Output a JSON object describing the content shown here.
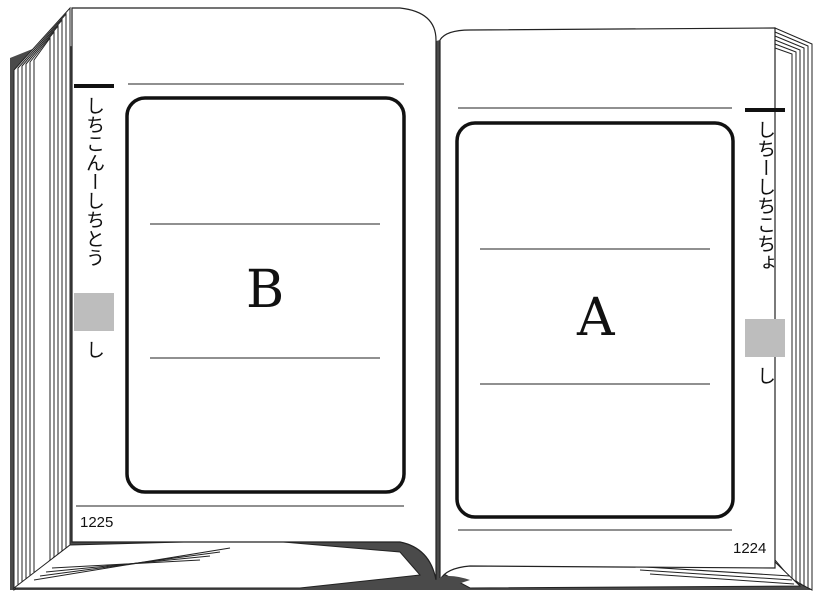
{
  "left_page": {
    "index_heading": "しちこんーしちとう",
    "index_kana": "し",
    "box_letter": "B",
    "page_number": "1225"
  },
  "right_page": {
    "index_heading": "しちーしちこちょ",
    "index_kana": "し",
    "box_letter": "A",
    "page_number": "1224"
  },
  "colors": {
    "cover": "#4a4a4a",
    "paper": "#ffffff",
    "ink": "#111111",
    "tab_gray": "#bdbdbd"
  }
}
